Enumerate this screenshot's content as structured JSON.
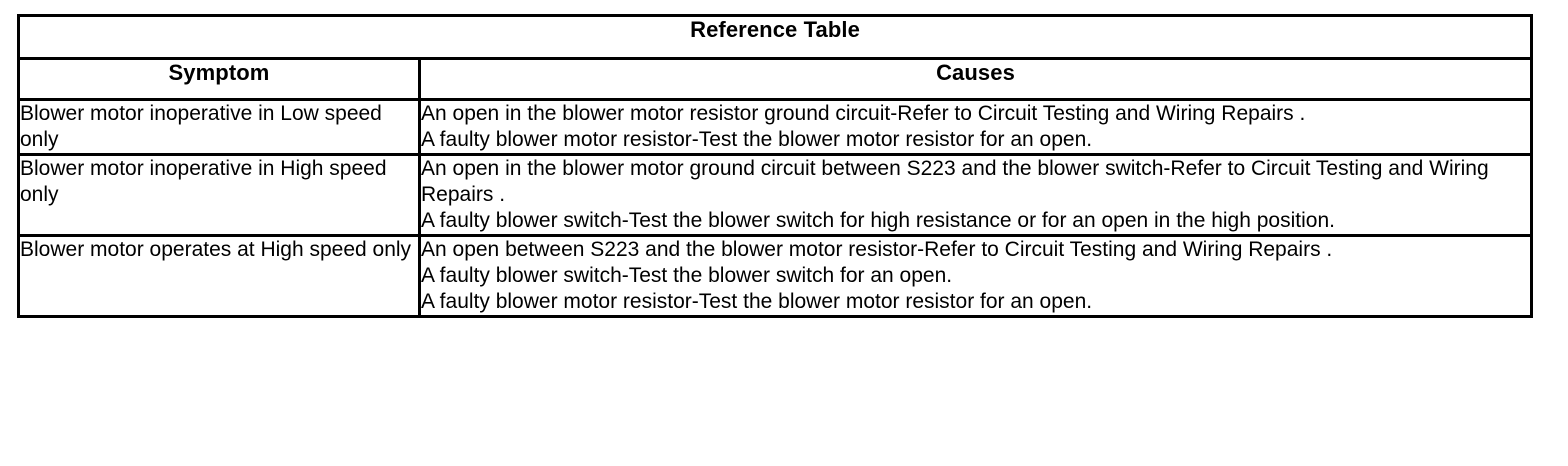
{
  "table": {
    "title": "Reference Table",
    "columns": [
      {
        "key": "symptom",
        "label": "Symptom"
      },
      {
        "key": "causes",
        "label": "Causes"
      }
    ],
    "rows": [
      {
        "symptom": "Blower motor inoperative in Low speed only",
        "causes": [
          "An open in the blower motor resistor ground circuit-Refer to Circuit Testing and Wiring Repairs .",
          "A faulty blower motor resistor-Test the blower motor resistor for an open."
        ]
      },
      {
        "symptom": "Blower motor inoperative in High speed only",
        "causes": [
          "An open in the blower motor ground circuit between S223 and the blower switch-Refer to Circuit Testing and Wiring Repairs .",
          "A faulty blower switch-Test the blower switch for high resistance or for an open in the high position."
        ]
      },
      {
        "symptom": "Blower motor operates at High speed only",
        "causes": [
          "An open between S223 and the blower motor resistor-Refer to Circuit Testing and Wiring Repairs .",
          "A faulty blower switch-Test the blower switch for an open.",
          "A faulty blower motor resistor-Test the blower motor resistor for an open."
        ]
      }
    ]
  },
  "style": {
    "border_color": "#000000",
    "background_color": "#ffffff",
    "text_color": "#000000"
  }
}
